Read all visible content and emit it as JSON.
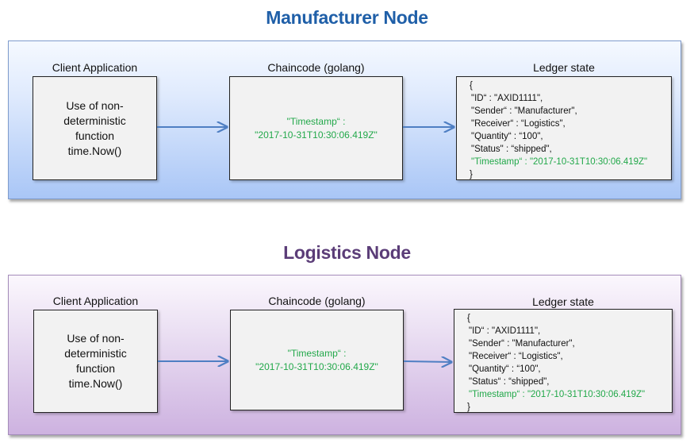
{
  "colors": {
    "manufacturer_title": "#1f5fa8",
    "logistics_title": "#5b3d78",
    "timestamp_green": "#22a84a",
    "arrow": "#4f7fc3"
  },
  "nodes": [
    {
      "title": "Manufacturer Node",
      "client_label": "Client Application",
      "client_text": [
        "Use of non-",
        "deterministic",
        "function",
        "time.Now()"
      ],
      "chaincode_label": "Chaincode (golang)",
      "chaincode_text": [
        "\"Timestamp“ :",
        "\"2017-10-31T10:30:06.419Z\""
      ],
      "ledger_label": "Ledger state",
      "ledger_lines": [
        "{",
        "\"ID“ : \"AXID1111\",",
        "\"Sender“ : \"Manufacturer\",",
        "\"Receiver“ : “Logistics\",",
        "\"Quantity“ : “100\",",
        "\"Status\" : “shipped\",",
        "\"Timestamp“ : \"2017-10-31T10:30:06.419Z\"",
        "}"
      ]
    },
    {
      "title": "Logistics Node",
      "client_label": "Client Application",
      "client_text": [
        "Use of non-",
        "deterministic",
        "function",
        "time.Now()"
      ],
      "chaincode_label": "Chaincode (golang)",
      "chaincode_text": [
        "\"Timestamp“ :",
        "\"2017-10-31T10:30:06.419Z\""
      ],
      "ledger_label": "Ledger state",
      "ledger_lines": [
        "{",
        "\"ID“ : \"AXID1111\",",
        "\"Sender“ : \"Manufacturer\",",
        "\"Receiver“ : “Logistics\",",
        "\"Quantity“ : “100\",",
        "\"Status“ : “shipped\",",
        "\"Timestamp“ : \"2017-10-31T10:30:06.419Z\"",
        "}"
      ]
    }
  ]
}
